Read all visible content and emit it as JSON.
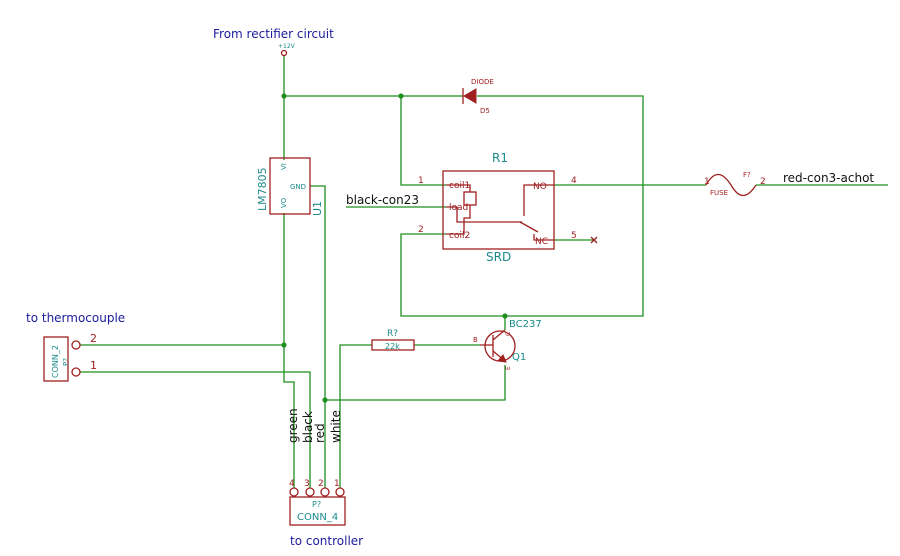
{
  "labels": {
    "from_rectifier": "From rectifier circuit",
    "to_thermocouple": "to thermocouple",
    "to_controller": "to controller",
    "black_con2": "black-con23",
    "red_con3": "red-con3-achot",
    "supply": "+12V"
  },
  "regulator": {
    "name": "LM7805",
    "ref": "U1",
    "vi": "VI",
    "vo": "VO",
    "gnd": "GND"
  },
  "relay": {
    "ref": "R1",
    "value": "SRD",
    "pin_coil1": "coil1",
    "pin_load": "load",
    "pin_coil2": "coil2",
    "pin_no": "NO",
    "pin_nc": "NC",
    "num_coil1": "1",
    "num_coil2": "2",
    "num_load": "3",
    "num_no": "4",
    "num_nc": "5"
  },
  "diode": {
    "value": "DIODE",
    "ref": "D5"
  },
  "fuse": {
    "value": "FUSE",
    "ref": "F?",
    "pin1": "1",
    "pin2": "2"
  },
  "resistor": {
    "ref": "R?",
    "value": "22k"
  },
  "transistor": {
    "value": "BC237",
    "ref": "Q1",
    "b": "B",
    "c": "C",
    "e": "E",
    "pin_b": "B"
  },
  "thermo_conn": {
    "name": "CONN_2",
    "ref": "P?",
    "pin2": "2",
    "pin1": "1"
  },
  "ctrl_conn": {
    "name": "CONN_4",
    "ref": "P?",
    "pins": [
      "4",
      "3",
      "2",
      "1"
    ],
    "wires": [
      "green",
      "black",
      "red",
      "white"
    ]
  }
}
